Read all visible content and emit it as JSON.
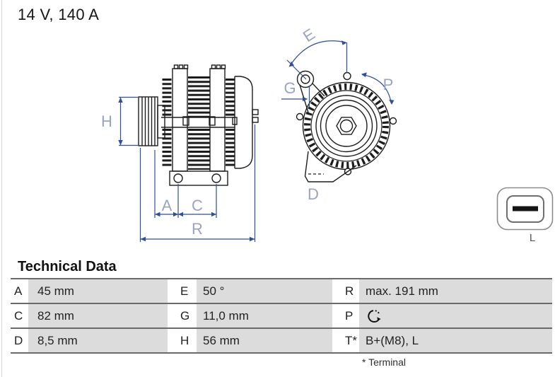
{
  "title": "14 V, 140 A",
  "drawing": {
    "dimension_labels": {
      "H": "H",
      "A": "A",
      "C": "C",
      "R": "R",
      "E": "E",
      "G": "G",
      "P": "P",
      "D": "D"
    },
    "connector_label": "L"
  },
  "table": {
    "heading": "Technical Data",
    "rows": [
      {
        "cells": [
          {
            "key": "A",
            "value": "45 mm"
          },
          {
            "key": "E",
            "value": "50 °"
          },
          {
            "key": "R",
            "value": "max. 191 mm"
          }
        ]
      },
      {
        "cells": [
          {
            "key": "C",
            "value": "82 mm"
          },
          {
            "key": "G",
            "value": "11,0 mm"
          },
          {
            "key": "P",
            "value": "",
            "icon": "rotation-direction-clockwise"
          }
        ]
      },
      {
        "cells": [
          {
            "key": "D",
            "value": "8,5 mm"
          },
          {
            "key": "H",
            "value": "56 mm"
          },
          {
            "key": "T*",
            "value": "B+(M8), L"
          }
        ]
      }
    ],
    "footnote": "* Terminal"
  },
  "colors": {
    "dimension_line": "#2e4f9e",
    "dimension_label": "#9aa4c2",
    "outline": "#1d1d1d",
    "table_cell_bg": "#dcdcdc",
    "table_rule": "#6a6a6a"
  }
}
